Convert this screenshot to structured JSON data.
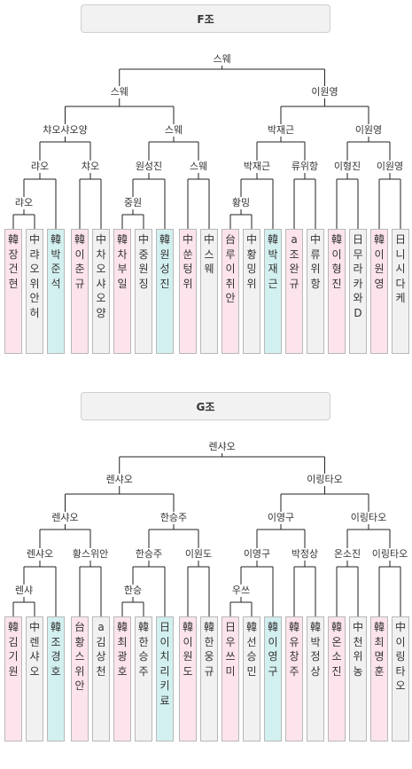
{
  "groups": [
    {
      "title": "F조",
      "colors": {
        "pink": "#fde4ec",
        "cyan": "#d3f0f0",
        "gray": "#f1f1f1"
      },
      "final": "스웨",
      "semis": [
        "스웨",
        "이원영"
      ],
      "quarters": [
        "챠오샤오양",
        "스웨",
        "박재근",
        "이원영"
      ],
      "round16": [
        "랴오",
        "챠오",
        "원성진",
        "스웨",
        "박재근",
        "류위항",
        "이형진",
        "이원영"
      ],
      "round32": [
        "랴오",
        "중원",
        "황밍"
      ],
      "players": [
        {
          "text": "韓장건현",
          "color": "pink"
        },
        {
          "text": "中랴오위안허",
          "color": "gray"
        },
        {
          "text": "韓박준석",
          "color": "cyan"
        },
        {
          "text": "韓이춘규",
          "color": "pink"
        },
        {
          "text": "中차오샤오양",
          "color": "gray"
        },
        {
          "text": "韓차부일",
          "color": "pink"
        },
        {
          "text": "中중원징",
          "color": "gray"
        },
        {
          "text": "韓원성진",
          "color": "cyan"
        },
        {
          "text": "中쑨텅위",
          "color": "pink"
        },
        {
          "text": "中스웨",
          "color": "gray"
        },
        {
          "text": "台루이취안",
          "color": "pink"
        },
        {
          "text": "中황밍위",
          "color": "gray"
        },
        {
          "text": "韓박재근",
          "color": "cyan"
        },
        {
          "text": "a조완규",
          "color": "pink"
        },
        {
          "text": "中류위항",
          "color": "gray"
        },
        {
          "text": "韓이형진",
          "color": "pink"
        },
        {
          "text": "日무라카와D",
          "color": "gray"
        },
        {
          "text": "韓이원영",
          "color": "pink"
        },
        {
          "text": "日니시다케",
          "color": "gray"
        }
      ]
    },
    {
      "title": "G조",
      "colors": {
        "pink": "#fde4ec",
        "cyan": "#d3f0f0",
        "gray": "#f1f1f1"
      },
      "final": "렌샤오",
      "semis": [
        "렌샤오",
        "이링타오"
      ],
      "quarters": [
        "렌샤오",
        "한승주",
        "이영구",
        "이링타오"
      ],
      "round16": [
        "렌샤오",
        "황스위안",
        "한승주",
        "이원도",
        "이영구",
        "박정상",
        "온소진",
        "이링타오"
      ],
      "round32": [
        "렌샤",
        "한승",
        "우쓰"
      ],
      "players": [
        {
          "text": "韓김기원",
          "color": "pink"
        },
        {
          "text": "中렌샤오",
          "color": "gray"
        },
        {
          "text": "韓조경호",
          "color": "cyan"
        },
        {
          "text": "台황스위안",
          "color": "pink"
        },
        {
          "text": "a김상천",
          "color": "gray"
        },
        {
          "text": "韓최광호",
          "color": "pink"
        },
        {
          "text": "韓한승주",
          "color": "gray"
        },
        {
          "text": "日이치리키료",
          "color": "cyan"
        },
        {
          "text": "韓이원도",
          "color": "pink"
        },
        {
          "text": "韓한웅규",
          "color": "gray"
        },
        {
          "text": "日우쓰미",
          "color": "pink"
        },
        {
          "text": "韓선승민",
          "color": "gray"
        },
        {
          "text": "韓이영구",
          "color": "cyan"
        },
        {
          "text": "韓유창주",
          "color": "pink"
        },
        {
          "text": "韓박정상",
          "color": "gray"
        },
        {
          "text": "韓온소진",
          "color": "pink"
        },
        {
          "text": "中천위농",
          "color": "gray"
        },
        {
          "text": "韓최명훈",
          "color": "pink"
        },
        {
          "text": "中이링타오",
          "color": "gray"
        }
      ]
    }
  ]
}
